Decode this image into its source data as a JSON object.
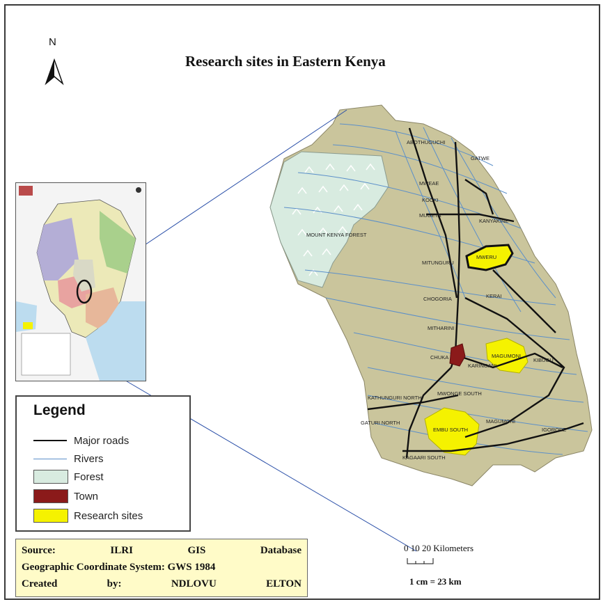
{
  "title": "Research sites in Eastern Kenya",
  "north_arrow": {
    "letter": "N",
    "icon": "north-arrow-icon"
  },
  "map_labels": [
    "ABOTHUGUCHI",
    "GATWE",
    "MWEAE",
    "KOOKI",
    "MUGETA",
    "KANYAKINE",
    "MOUNT KENYA FOREST",
    "MWERU",
    "MITUNGURU",
    "KERAI",
    "CHOGORIA",
    "MITHARINI",
    "CHUKA",
    "MAGUMONI",
    "KARINGANI",
    "KIBUGU",
    "KATHUNGURI NORTH",
    "GATURI NORTH",
    "MWONGE SOUTH",
    "EMBU SOUTH",
    "KAGAARI SOUTH",
    "MAGUMONI",
    "IGORORE"
  ],
  "legend": {
    "title": "Legend",
    "items": [
      {
        "label": "Major roads",
        "color": "#111111"
      },
      {
        "label": "Rivers",
        "color": "#5b8fc9"
      },
      {
        "label": "Forest",
        "color": "#d8ebe0"
      },
      {
        "label": "Town",
        "color": "#8b1a1a"
      },
      {
        "label": "Research sites",
        "color": "#f5f200"
      }
    ]
  },
  "source": {
    "line1": [
      "Source:",
      "ILRI",
      "GIS",
      "Database"
    ],
    "line2": [
      "Geographic Coordinate System: GWS 1984"
    ],
    "line3": [
      "Created",
      "by:",
      "NDLOVU",
      "ELTON"
    ]
  },
  "scale": {
    "ticks_text": "0  10 20  Kilometers",
    "equivalence": "1 cm = 23 km"
  },
  "colors": {
    "land": "#cac59c",
    "forest": "#d8ebe0",
    "river": "#5b8fc9",
    "road": "#111111",
    "town": "#8b1a1a",
    "research": "#f5f200",
    "pointer_line": "#2a4fa8"
  }
}
